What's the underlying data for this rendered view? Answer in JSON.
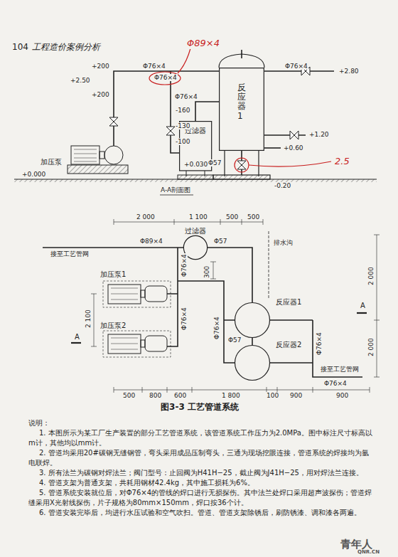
{
  "diagram": {
    "caption": "图3-3  工艺管道系统",
    "nodes": [
      {
        "text": [
          "过滤器"
        ]
      },
      {
        "text": [
          "反应器1"
        ]
      },
      {
        "text": [
          "过滤器"
        ]
      },
      {
        "text": [
          "反应器1"
        ]
      },
      {
        "text": [
          "反应器2"
        ]
      }
    ],
    "edges": [
      {
        "from": 0,
        "to": 1,
        "arrow": "none"
      },
      {
        "from": 2,
        "to": 3,
        "arrow": "none"
      },
      {
        "from": 3,
        "to": 4,
        "arrow": "none"
      }
    ],
    "labels": [
      "104",
      "工程造价案例分析",
      "Φ89×4",
      "2.5",
      "+200",
      "+2.50",
      "+200",
      "Φ76×4",
      "Φ76×4",
      "Φ76×4",
      "-160",
      "-130",
      "-100",
      "+2.80",
      "Φ76×4",
      "+1.20",
      "+0.60",
      "Φ57",
      "-0.20",
      "+0.030",
      "加压泵",
      "+0.000",
      "A-A剖面图",
      "2 000",
      "1 100",
      "500",
      "500",
      "Φ89×4",
      "接至工艺管网",
      "Φ57",
      "排水沟",
      "300",
      "加压泵1",
      "加压泵2",
      "Φ76×4",
      "Φ76×4",
      "Φ76×4",
      "Φ57",
      "Φ76×4",
      "2 100",
      "A",
      "2 000",
      "2 000",
      "A",
      "接至工艺管网",
      "Φ76×4",
      "500",
      "800",
      "600",
      "1 800",
      "100",
      "900",
      "900",
      "说明：",
      "1. 本图所示为某工厂生产装置的部分工艺管道系统，该管道系统工作压力为2.0MPa。图中标注尺寸标高以m计，其他均以mm计。",
      "2. 管道均采用20#碳钢无缝钢管，弯头采用成品压制弯头，三通为现场挖眼连接，管道系统的焊接均为氩电联焊。",
      "3. 所有法兰为碳钢对焊法兰；阀门型号：止回阀为H41H−25，截止阀为J41H−25，用对焊法兰连接。",
      "4. 管道支架为普通支架，共耗用钢材42.4kg，其中施工损耗为6%。",
      "5. 管道系统安装就位后，对Φ76×4的管线的焊口进行无损探伤。其中法兰处焊口采用超声波探伤；管道焊缝采用X光射线探伤，片子规格为80mm×150mm，焊口按36个计。",
      "6. 管道安装完毕后，均进行水压试验和空气吹扫。管道、管道支架除锈后，刷防锈漆、调和漆各两遍。",
      "青年人",
      "QNR.CN"
    ]
  }
}
